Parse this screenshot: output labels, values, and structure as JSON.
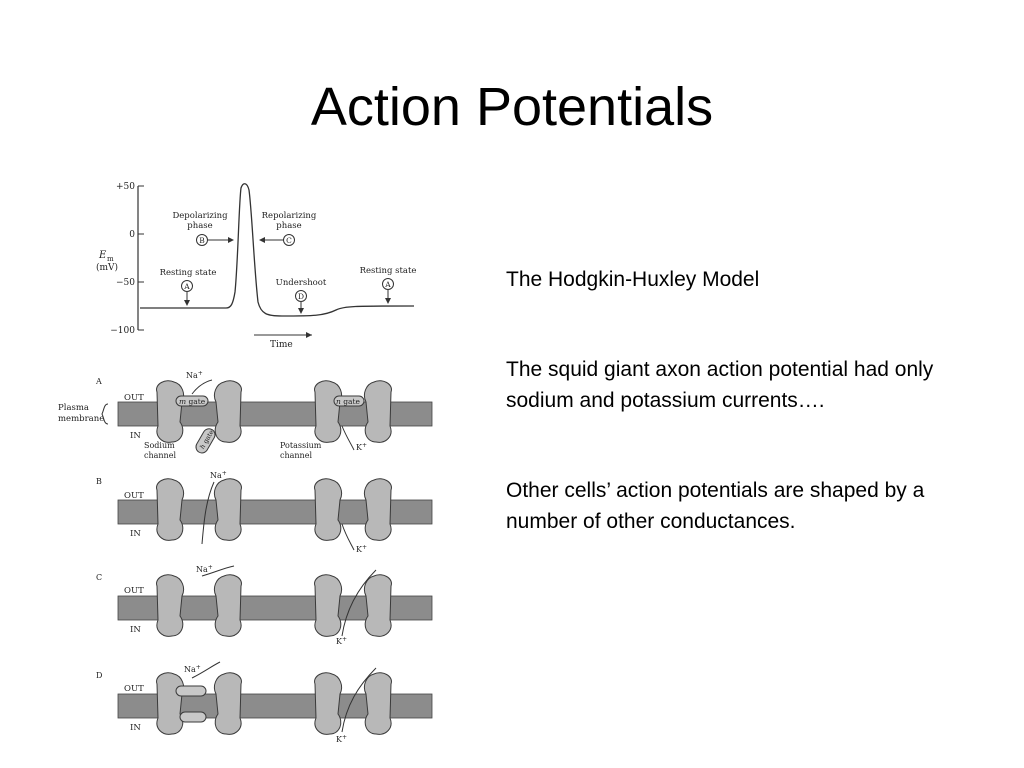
{
  "slide": {
    "title": "Action Potentials",
    "paragraphs": [
      "The Hodgkin-Huxley Model",
      "The squid giant axon action potential had only sodium and potassium currents….",
      "Other cells’ action potentials are shaped by a number of other conductances."
    ]
  },
  "ap_figure": {
    "y_axis_label_main": "E",
    "y_axis_label_sub": "m",
    "y_axis_unit": "(mV)",
    "y_ticks": [
      "+50",
      "0",
      "−50",
      "−100"
    ],
    "x_axis_label": "Time",
    "annotations": {
      "depol_1": "Depolarizing",
      "depol_2": "phase",
      "depol_letter": "B",
      "repol_1": "Repolarizing",
      "repol_2": "phase",
      "repol_letter": "C",
      "rest_left": "Resting state",
      "rest_left_letter": "A",
      "undershoot": "Undershoot",
      "undershoot_letter": "D",
      "rest_right": "Resting state",
      "rest_right_letter": "A"
    }
  },
  "channel_figure": {
    "panel_a": "A",
    "panel_b": "B",
    "panel_c": "C",
    "panel_d": "D",
    "out_label": "OUT",
    "in_label": "IN",
    "plasma_1": "Plasma",
    "plasma_2": "membrane",
    "m_gate_m": "m",
    "m_gate_rest": " gate",
    "h_gate_h": "h",
    "h_gate_rest": " gate",
    "n_gate_n": "n",
    "n_gate_rest": " gate",
    "sodium_1": "Sodium",
    "sodium_2": "channel",
    "potassium_1": "Potassium",
    "potassium_2": "channel",
    "na_main": "Na",
    "k_main": "K",
    "ion_charge": "+"
  },
  "colors": {
    "membrane": "#8c8c8c",
    "channel": "#b8b8b8",
    "outline": "#3a3a3a"
  }
}
